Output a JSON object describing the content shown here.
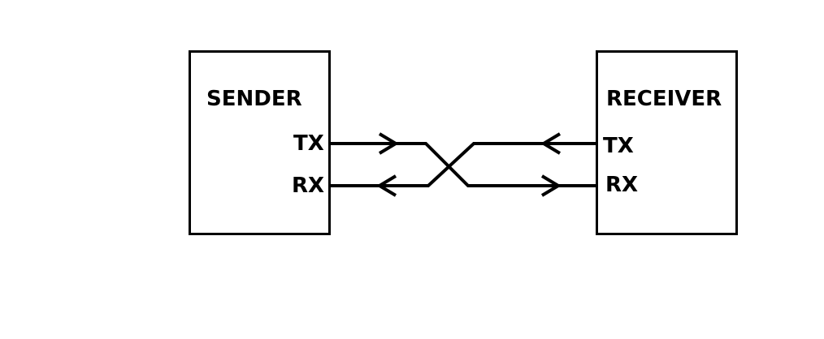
{
  "sender": {
    "title": "SENDER",
    "tx_label": "TX",
    "rx_label": "RX"
  },
  "receiver": {
    "title": "RECEIVER",
    "tx_label": "TX",
    "rx_label": "RX"
  },
  "colors": {
    "stroke": "#000000",
    "background": "#ffffff"
  }
}
